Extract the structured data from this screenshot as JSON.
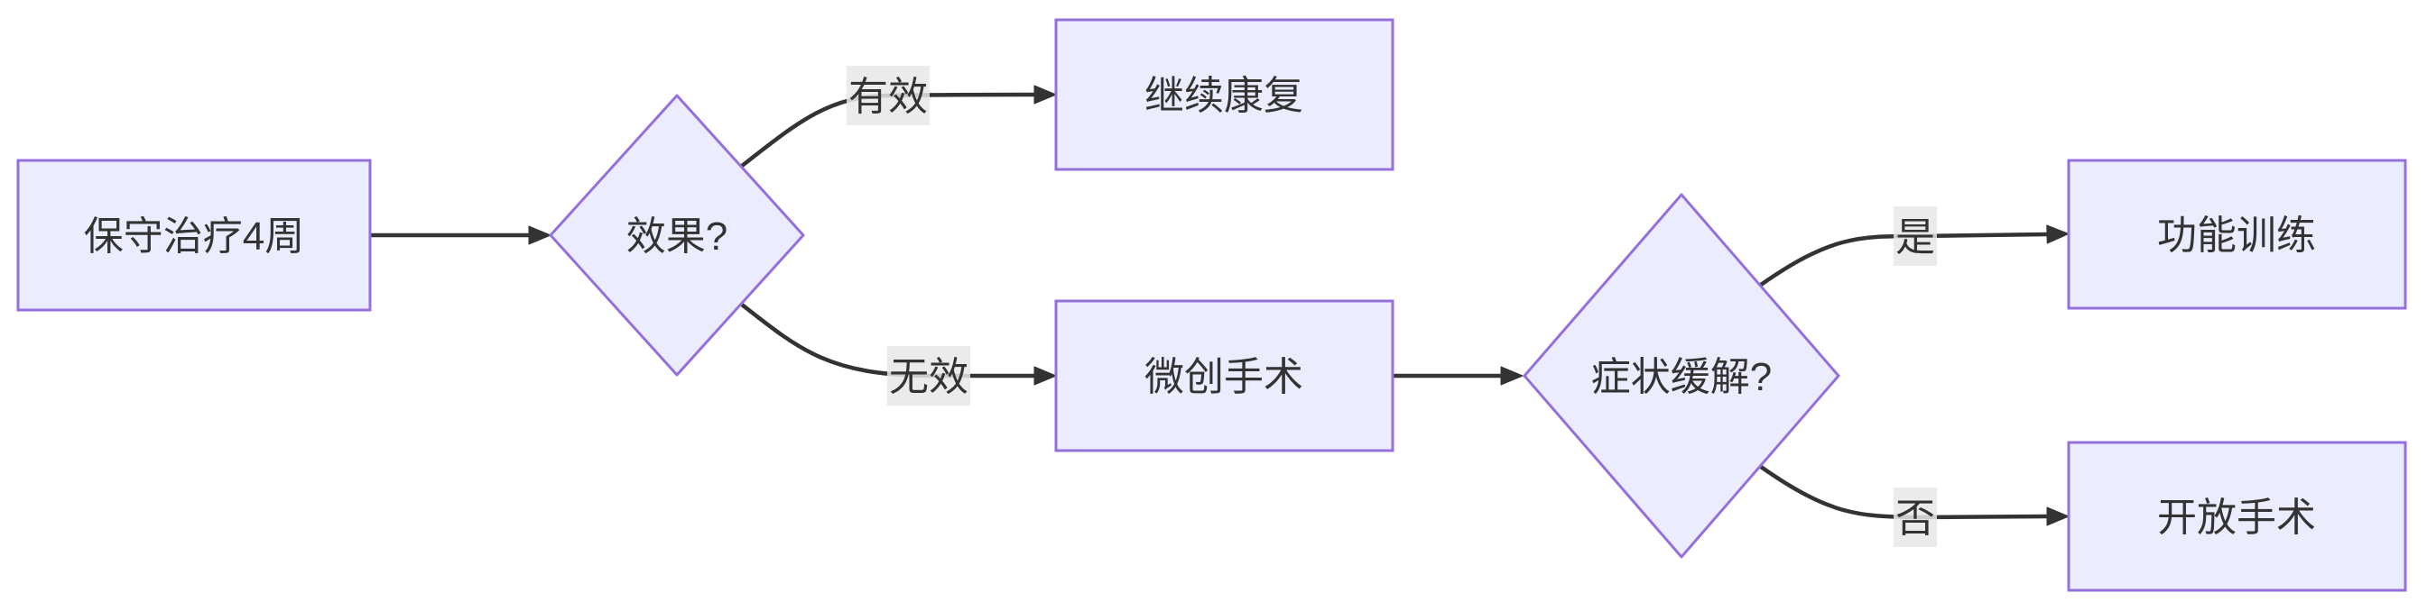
{
  "diagram": {
    "type": "flowchart",
    "direction": "left-to-right",
    "nodes": [
      {
        "id": "A",
        "shape": "rectangle",
        "label": "保守治疗4周"
      },
      {
        "id": "B",
        "shape": "diamond",
        "label": "效果?"
      },
      {
        "id": "C",
        "shape": "rectangle",
        "label": "继续康复"
      },
      {
        "id": "D",
        "shape": "rectangle",
        "label": "微创手术"
      },
      {
        "id": "E",
        "shape": "diamond",
        "label": "症状缓解?"
      },
      {
        "id": "F",
        "shape": "rectangle",
        "label": "功能训练"
      },
      {
        "id": "G",
        "shape": "rectangle",
        "label": "开放手术"
      }
    ],
    "edges": [
      {
        "from": "A",
        "to": "B",
        "label": ""
      },
      {
        "from": "B",
        "to": "C",
        "label": "有效"
      },
      {
        "from": "B",
        "to": "D",
        "label": "无效"
      },
      {
        "from": "D",
        "to": "E",
        "label": ""
      },
      {
        "from": "E",
        "to": "F",
        "label": "是"
      },
      {
        "from": "E",
        "to": "G",
        "label": "否"
      }
    ],
    "colors": {
      "node_fill": "#ECECFF",
      "node_border": "#9370DB",
      "edge_stroke": "#333333",
      "edge_label_background": "#e8e8e8",
      "text": "#333333",
      "background": "#ffffff"
    }
  }
}
